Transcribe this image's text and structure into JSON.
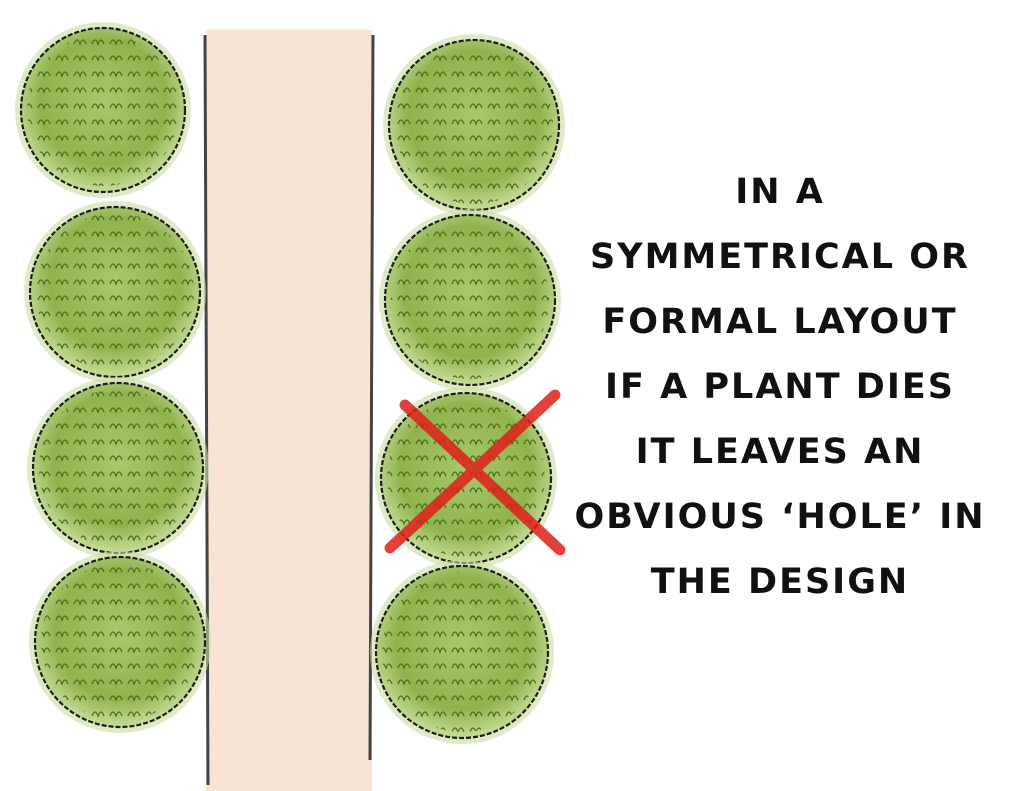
{
  "caption": {
    "lines": [
      "IN A",
      "SYMMETRICAL OR",
      "FORMAL LAYOUT",
      "IF A PLANT DIES",
      "IT LEAVES AN",
      "OBVIOUS ‘HOLE’ IN",
      "THE DESIGN"
    ]
  },
  "colors": {
    "path": "#f9e3d4",
    "edge": "#444444",
    "shrub_light": "#b5cf7a",
    "shrub_dark": "#5d7f28",
    "cross": "#e0201c"
  }
}
